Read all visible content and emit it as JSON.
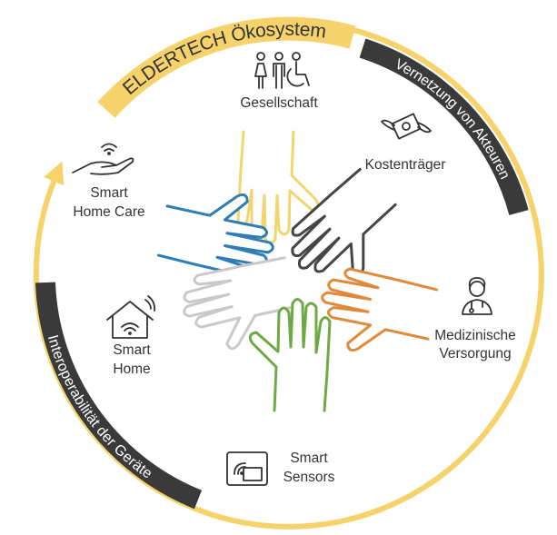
{
  "title": "ELDERTECH Ökosystem",
  "arc_labels": {
    "right": "Vernetzung von Akteuren",
    "left": "Interoperabilität der Geräte"
  },
  "nodes": {
    "society": {
      "label": "Gesellschaft",
      "icon": "people-icon"
    },
    "payers": {
      "label": "Kostenträger",
      "icon": "flying-money-icon"
    },
    "smart_home_care": {
      "line1": "Smart",
      "line2": "Home Care",
      "icon": "hand-wifi-icon"
    },
    "smart_home": {
      "line1": "Smart",
      "line2": "Home",
      "icon": "house-wifi-icon"
    },
    "medical": {
      "line1": "Medizinische",
      "line2": "Versorgung",
      "icon": "doctor-icon"
    },
    "smart_sensors": {
      "line1": "Smart",
      "line2": "Sensors",
      "icon": "sensor-wifi-icon"
    }
  },
  "colors": {
    "ring": "#f5d36a",
    "band_dark": "#3a3a3a",
    "hand_yellow": "#f2d56e",
    "hand_dark": "#454545",
    "hand_blue": "#2f7db5",
    "hand_orange": "#e0893a",
    "hand_gray": "#c9c9c9",
    "hand_green": "#6daa46"
  }
}
